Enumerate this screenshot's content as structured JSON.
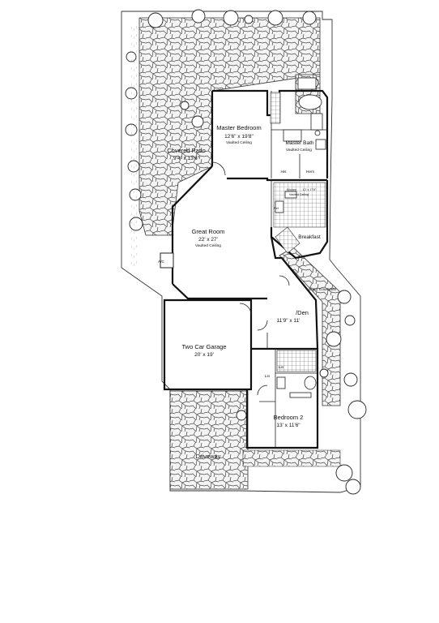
{
  "rooms": {
    "master_bedroom": {
      "name": "Master Bedroom",
      "size": "12'6\" x 19'8\"",
      "note": "Vaulted Ceiling"
    },
    "master_bath": {
      "name": "Master Bath",
      "note": "Vaulted Ceiling",
      "his": "His",
      "hers": "Hers"
    },
    "covered_patio": {
      "name": "Covered Patio",
      "size": "9'4\" x 13'6\""
    },
    "kitchen": {
      "name": "Kitchen",
      "size": "12' x 17'6\"",
      "note": "Vaulted Ceiling"
    },
    "breakfast": {
      "name": "Breakfast"
    },
    "great_room": {
      "name": "Great Room",
      "size": "22' x 27'",
      "note": "Vaulted Ceiling"
    },
    "den": {
      "name": "/Den",
      "size": "11'9\" x 11'"
    },
    "garage": {
      "name": "Two Car Garage",
      "size": "20' x 19'"
    },
    "bedroom2": {
      "name": "Bedroom 2",
      "size": "13' x 11'6\""
    },
    "entry_courtyard": {
      "name": "Entry Courtyard"
    },
    "driveway": {
      "name": "Driveway"
    }
  },
  "fixtures": {
    "ac": "A/C",
    "ref": "Ref",
    "linen1": "Lin",
    "linen2": "Lin"
  }
}
